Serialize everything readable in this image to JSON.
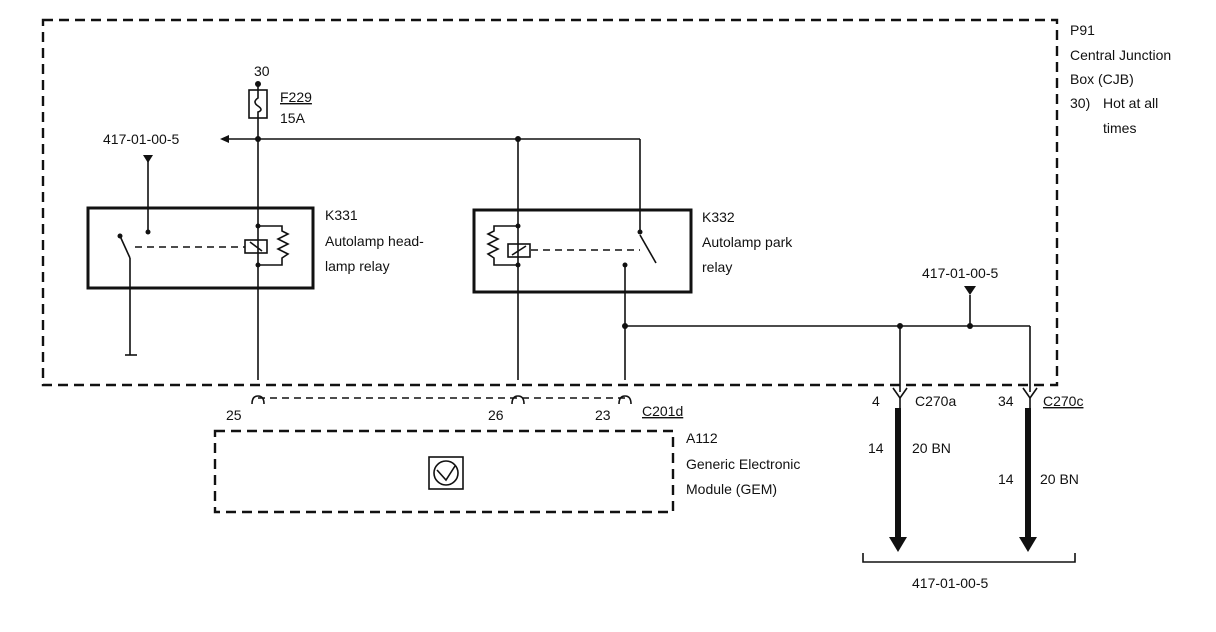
{
  "cjb": {
    "ref": "P91",
    "name_line1": "Central Junction",
    "name_line2": "Box (CJB)",
    "note_key": "30)",
    "note_line1": "Hot at all",
    "note_line2": "times"
  },
  "fuse": {
    "circuit": "30",
    "ref": "F229",
    "rating": "15A"
  },
  "cross_refs": {
    "top_left": "417-01-00-5",
    "mid_right": "417-01-00-5",
    "bottom": "417-01-00-5"
  },
  "relay_k331": {
    "ref": "K331",
    "name_line1": "Autolamp head-",
    "name_line2": "lamp relay"
  },
  "relay_k332": {
    "ref": "K332",
    "name_line1": "Autolamp park",
    "name_line2": "relay"
  },
  "connector_c201d": {
    "ref": "C201d",
    "pins": [
      "25",
      "26",
      "23"
    ]
  },
  "connector_c270a": {
    "ref": "C270a",
    "pin": "4",
    "wire_gauge": "14",
    "wire_color": "20 BN"
  },
  "connector_c270c": {
    "ref": "C270c",
    "pin": "34",
    "wire_gauge": "14",
    "wire_color": "20 BN"
  },
  "gem": {
    "ref": "A112",
    "name_line1": "Generic Electronic",
    "name_line2": "Module (GEM)"
  }
}
